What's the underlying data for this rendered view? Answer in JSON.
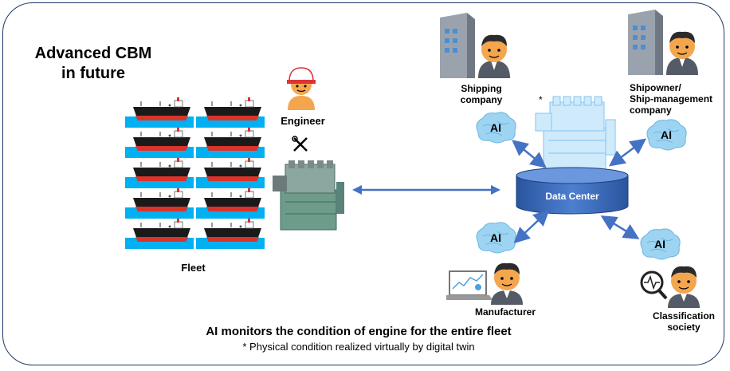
{
  "title_line1": "Advanced CBM",
  "title_line2": "in future",
  "fleet_label": "Fleet",
  "engineer_label": "Engineer",
  "data_center_label": "Data Center",
  "ai_label": "AI",
  "asterisk": "*",
  "shipping_company": {
    "line1": "Shipping",
    "line2": "company"
  },
  "shipowner": {
    "line1": "Shipowner/",
    "line2": "Ship-management",
    "line3": "company"
  },
  "manufacturer_label": "Manufacturer",
  "classification_society": {
    "line1": "Classification",
    "line2": "society"
  },
  "caption": "AI monitors the condition of engine for the entire fleet",
  "footnote": "* Physical condition realized virtually by digital twin",
  "colors": {
    "border": "#1f3864",
    "arrow": "#4472c4",
    "sea": "#00b0f0",
    "hull": "#1a1a1a",
    "hull_red": "#d9342b",
    "cylinder": "#2f5ba8",
    "brain": "#9dd4f2"
  }
}
